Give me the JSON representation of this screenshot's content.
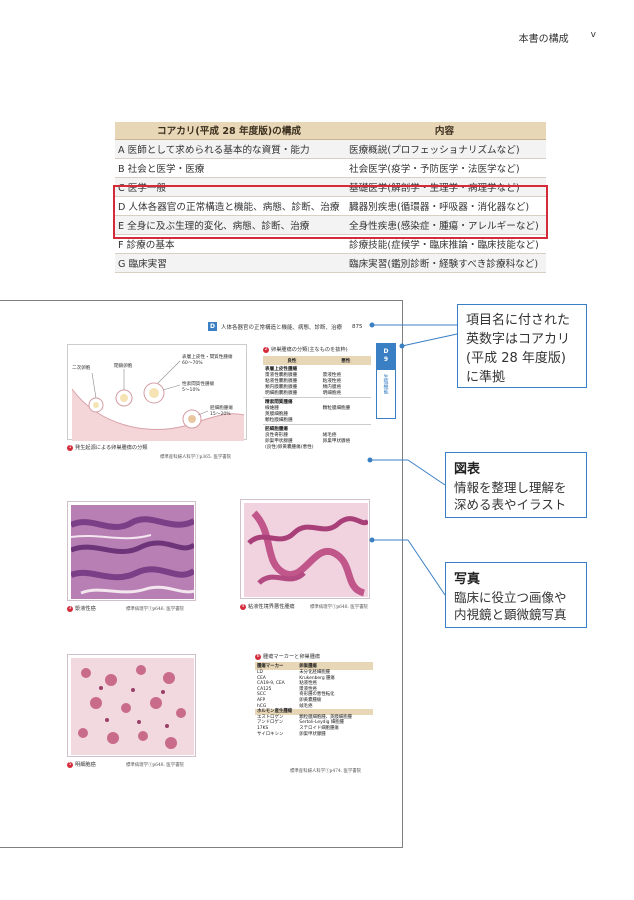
{
  "running_head": {
    "title": "本書の構成",
    "page": "v"
  },
  "core_table": {
    "header": [
      "コアカリ(平成 28 年度版)の構成",
      "内容"
    ],
    "rows": [
      [
        "A 医師として求められる基本的な資質・能力",
        "医療概説(プロフェッショナリズムなど)"
      ],
      [
        "B 社会と医学・医療",
        "社会医学(疫学・予防医学・法医学など)"
      ],
      [
        "C 医学一般",
        "基礎医学(解剖学・生理学・病理学など)"
      ],
      [
        "D 人体各器官の正常構造と機能、病態、診断、治療",
        "臓器別疾患(循環器・呼吸器・消化器など)"
      ],
      [
        "E 全身に及ぶ生理的変化、病態、診断、治療",
        "全身性疾患(感染症・腫瘍・アレルギーなど)"
      ],
      [
        "F 診療の基本",
        "診療技能(症候学・臨床推論・臨床技能など)"
      ],
      [
        "G 臨床実習",
        "臨床実習(鑑別診断・経験すべき診療科など)"
      ]
    ]
  },
  "spread": {
    "header_badge": "D",
    "header_text": "人体各器官の正常構造と機能、病態、診断、治療",
    "page_no": "875",
    "side_tab_top": "D\n9",
    "side_tab_text": "生殖機能",
    "diagram": {
      "labels": [
        "二次卵胞",
        "閉鎖卵胞",
        "表層上皮性・間質性腫瘍",
        "60～70%",
        "性索間質性腫瘍",
        "5～10%",
        "胚細胞腫瘍",
        "15～20%"
      ],
      "caption": "発生起源による卵巣腫瘍の分類",
      "caption_num": "1",
      "cite": "標準産科婦人科学①p365. 医学書院"
    },
    "classification": {
      "title": "卵巣腫瘍の分類(主なものを抜粋)",
      "title_num": "2",
      "header": [
        "良性",
        "悪性"
      ],
      "sections": [
        {
          "name": "表層上皮性腫瘍",
          "rows": [
            [
              "漿液性嚢胞腺腫",
              "漿液性癌"
            ],
            [
              "粘液性嚢胞腺腫",
              "粘液性癌"
            ],
            [
              "類内膜嚢胞腺腫",
              "類内膜癌"
            ],
            [
              "明細胞嚢胞腺腫",
              "明細胞癌"
            ]
          ]
        },
        {
          "name": "精索間質腫瘍",
          "rows": [
            [
              "線維腫",
              "顆粒膜細胞腫"
            ],
            [
              "莢膜細胞腫",
              ""
            ],
            [
              "顆粒膜細胞腫",
              ""
            ]
          ]
        },
        {
          "name": "胚細胞腫瘍",
          "rows": [
            [
              "良性奇形腫",
              "絨毛癌"
            ],
            [
              "卵巣甲状腺腫",
              "卵巣甲状腺癌"
            ],
            [
              "(良性)卵黄嚢腫瘍(悪性)",
              ""
            ]
          ]
        }
      ]
    },
    "photos": [
      {
        "num": "3",
        "caption": "漿液性癌",
        "cite": "標準病理学①p646. 医学書院"
      },
      {
        "num": "4",
        "caption": "粘液性境界悪性腫瘍",
        "cite": "標準病理学①p648. 医学書院"
      },
      {
        "num": "5",
        "caption": "明細胞癌",
        "cite": "標準病理学①p648. 医学書院"
      }
    ],
    "markers": {
      "title": "腫瘍マーカーと卵巣腫瘍",
      "title_num": "6",
      "header": [
        "腫瘍マーカー",
        "卵巣腫瘍"
      ],
      "rows": [
        [
          "LD",
          "未分化胚細胞腫"
        ],
        [
          "CEA",
          "Krukenberg 腫瘍"
        ],
        [
          "CA19-9, CEA",
          "粘液性癌"
        ],
        [
          "CA125",
          "漿液性癌"
        ],
        [
          "SCC",
          "奇形腫の悪性転化"
        ],
        [
          "AFP",
          "卵黄嚢腫瘍"
        ],
        [
          "hCG",
          "絨毛癌"
        ]
      ],
      "hormone_header": "ホルモン産生腫瘍",
      "hormone_rows": [
        [
          "エストロゲン",
          "顆粒膜細胞腫、莢膜細胞腫"
        ],
        [
          "アンドロゲン",
          "Sertoli-Leydig 細胞腫"
        ],
        [
          "17KS",
          "ステロイド細胞腫瘍"
        ],
        [
          "サイロキシン",
          "卵巣甲状腺腫"
        ]
      ],
      "cite": "標準産科婦人科学①p474. 医学書院"
    }
  },
  "callouts": [
    {
      "heading": "",
      "body": "項目名に付された英数字はコアカリ(平成 28 年度版)に準拠"
    },
    {
      "heading": "図表",
      "body": "情報を整理し理解を深める表やイラスト"
    },
    {
      "heading": "写真",
      "body": "臨床に役立つ画像や内視鏡と顕微鏡写真"
    }
  ],
  "colors": {
    "accent_blue": "#3a7fc4",
    "highlight_red": "#d42a3a",
    "table_header": "#e8d7b6"
  }
}
